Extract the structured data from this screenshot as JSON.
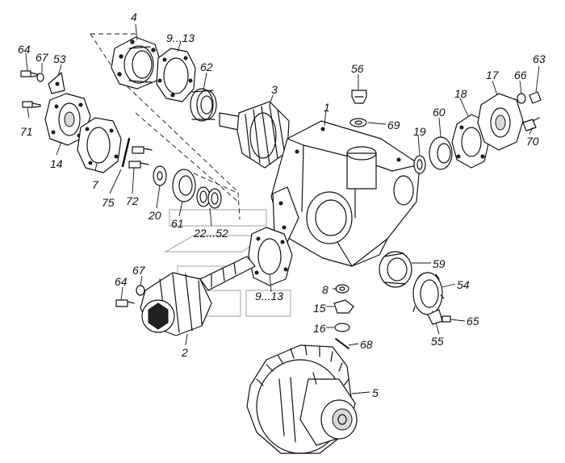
{
  "callouts": [
    {
      "name": "part-callout-4",
      "text": "4"
    },
    {
      "name": "part-callout-9-13-upper",
      "text": "9...13"
    },
    {
      "name": "part-callout-64-upper",
      "text": "64"
    },
    {
      "name": "part-callout-67-upper",
      "text": "67"
    },
    {
      "name": "part-callout-53",
      "text": "53"
    },
    {
      "name": "part-callout-62",
      "text": "62"
    },
    {
      "name": "part-callout-56",
      "text": "56"
    },
    {
      "name": "part-callout-66",
      "text": "66"
    },
    {
      "name": "part-callout-63",
      "text": "63"
    },
    {
      "name": "part-callout-17",
      "text": "17"
    },
    {
      "name": "part-callout-3",
      "text": "3"
    },
    {
      "name": "part-callout-1",
      "text": "1"
    },
    {
      "name": "part-callout-18",
      "text": "18"
    },
    {
      "name": "part-callout-60",
      "text": "60"
    },
    {
      "name": "part-callout-71",
      "text": "71"
    },
    {
      "name": "part-callout-14",
      "text": "14"
    },
    {
      "name": "part-callout-69",
      "text": "69"
    },
    {
      "name": "part-callout-19",
      "text": "19"
    },
    {
      "name": "part-callout-70",
      "text": "70"
    },
    {
      "name": "part-callout-7",
      "text": "7"
    },
    {
      "name": "part-callout-75",
      "text": "75"
    },
    {
      "name": "part-callout-72",
      "text": "72"
    },
    {
      "name": "part-callout-20",
      "text": "20"
    },
    {
      "name": "part-callout-61",
      "text": "61"
    },
    {
      "name": "part-callout-22-52",
      "text": "22...52"
    },
    {
      "name": "part-callout-59",
      "text": "59"
    },
    {
      "name": "part-callout-67-lower",
      "text": "67"
    },
    {
      "name": "part-callout-64-lower",
      "text": "64"
    },
    {
      "name": "part-callout-9-13-lower",
      "text": "9...13"
    },
    {
      "name": "part-callout-8",
      "text": "8"
    },
    {
      "name": "part-callout-54",
      "text": "54"
    },
    {
      "name": "part-callout-15",
      "text": "15"
    },
    {
      "name": "part-callout-65",
      "text": "65"
    },
    {
      "name": "part-callout-16",
      "text": "16"
    },
    {
      "name": "part-callout-55",
      "text": "55"
    },
    {
      "name": "part-callout-2",
      "text": "2"
    },
    {
      "name": "part-callout-68",
      "text": "68"
    },
    {
      "name": "part-callout-5",
      "text": "5"
    }
  ]
}
